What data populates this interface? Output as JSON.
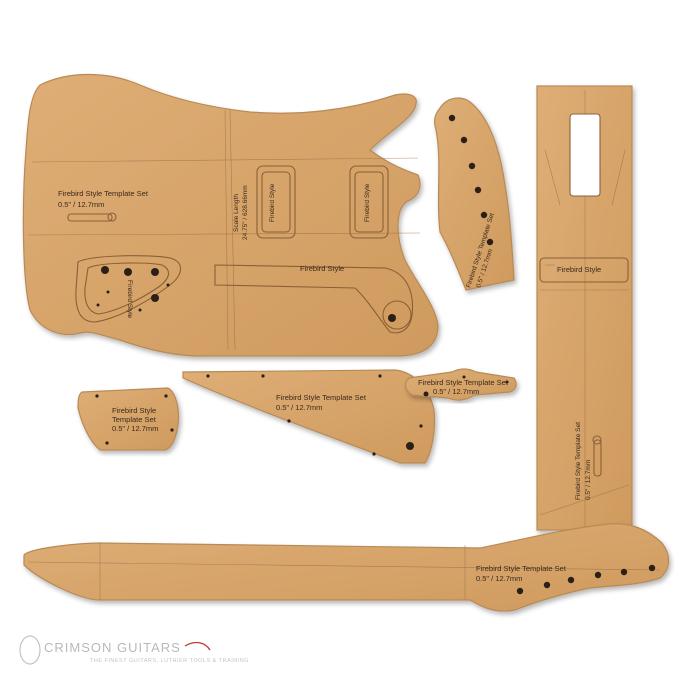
{
  "photo": {
    "subject": "Firebird style guitar template set",
    "material_color": "#d9a56b",
    "background_color": "#ffffff"
  },
  "templates": {
    "body": {
      "line1": "Firebird Style Template Set",
      "line2": "0.5\" / 12.7mm",
      "scale_line1": "Scale Length",
      "scale_line2": "24.75\" / 628.66mm",
      "pickup_label": "Firebird Style",
      "route_label": "Firebird Style",
      "pickguard_label": "Firebird Style"
    },
    "headstock": {
      "line1": "Firebird Style Template Set",
      "line2": "0.5\" / 12.7mm"
    },
    "neck_blank": {
      "pickup_label": "Firebird Style",
      "line1": "Firebird Style Template Set",
      "line2": "0.5\" / 12.7mm"
    },
    "small_plate": {
      "line1": "Firebird Style",
      "line2": "Template Set",
      "line3": "0.5\" / 12.7mm"
    },
    "pickguard": {
      "line1": "Firebird Style Template Set",
      "line2": "0.5\" / 12.7mm"
    },
    "truss_cover": {
      "line1": "Firebird Style Template Set",
      "line2": "0.5\" / 12.7mm"
    },
    "neck": {
      "line1": "Firebird Style Template Set",
      "line2": "0.5\" / 12.7mm"
    }
  },
  "brand": {
    "name": "CRIMSON GUITARS",
    "tagline": "THE FINEST GUITARS, LUTHIER TOOLS & TRAINING"
  }
}
